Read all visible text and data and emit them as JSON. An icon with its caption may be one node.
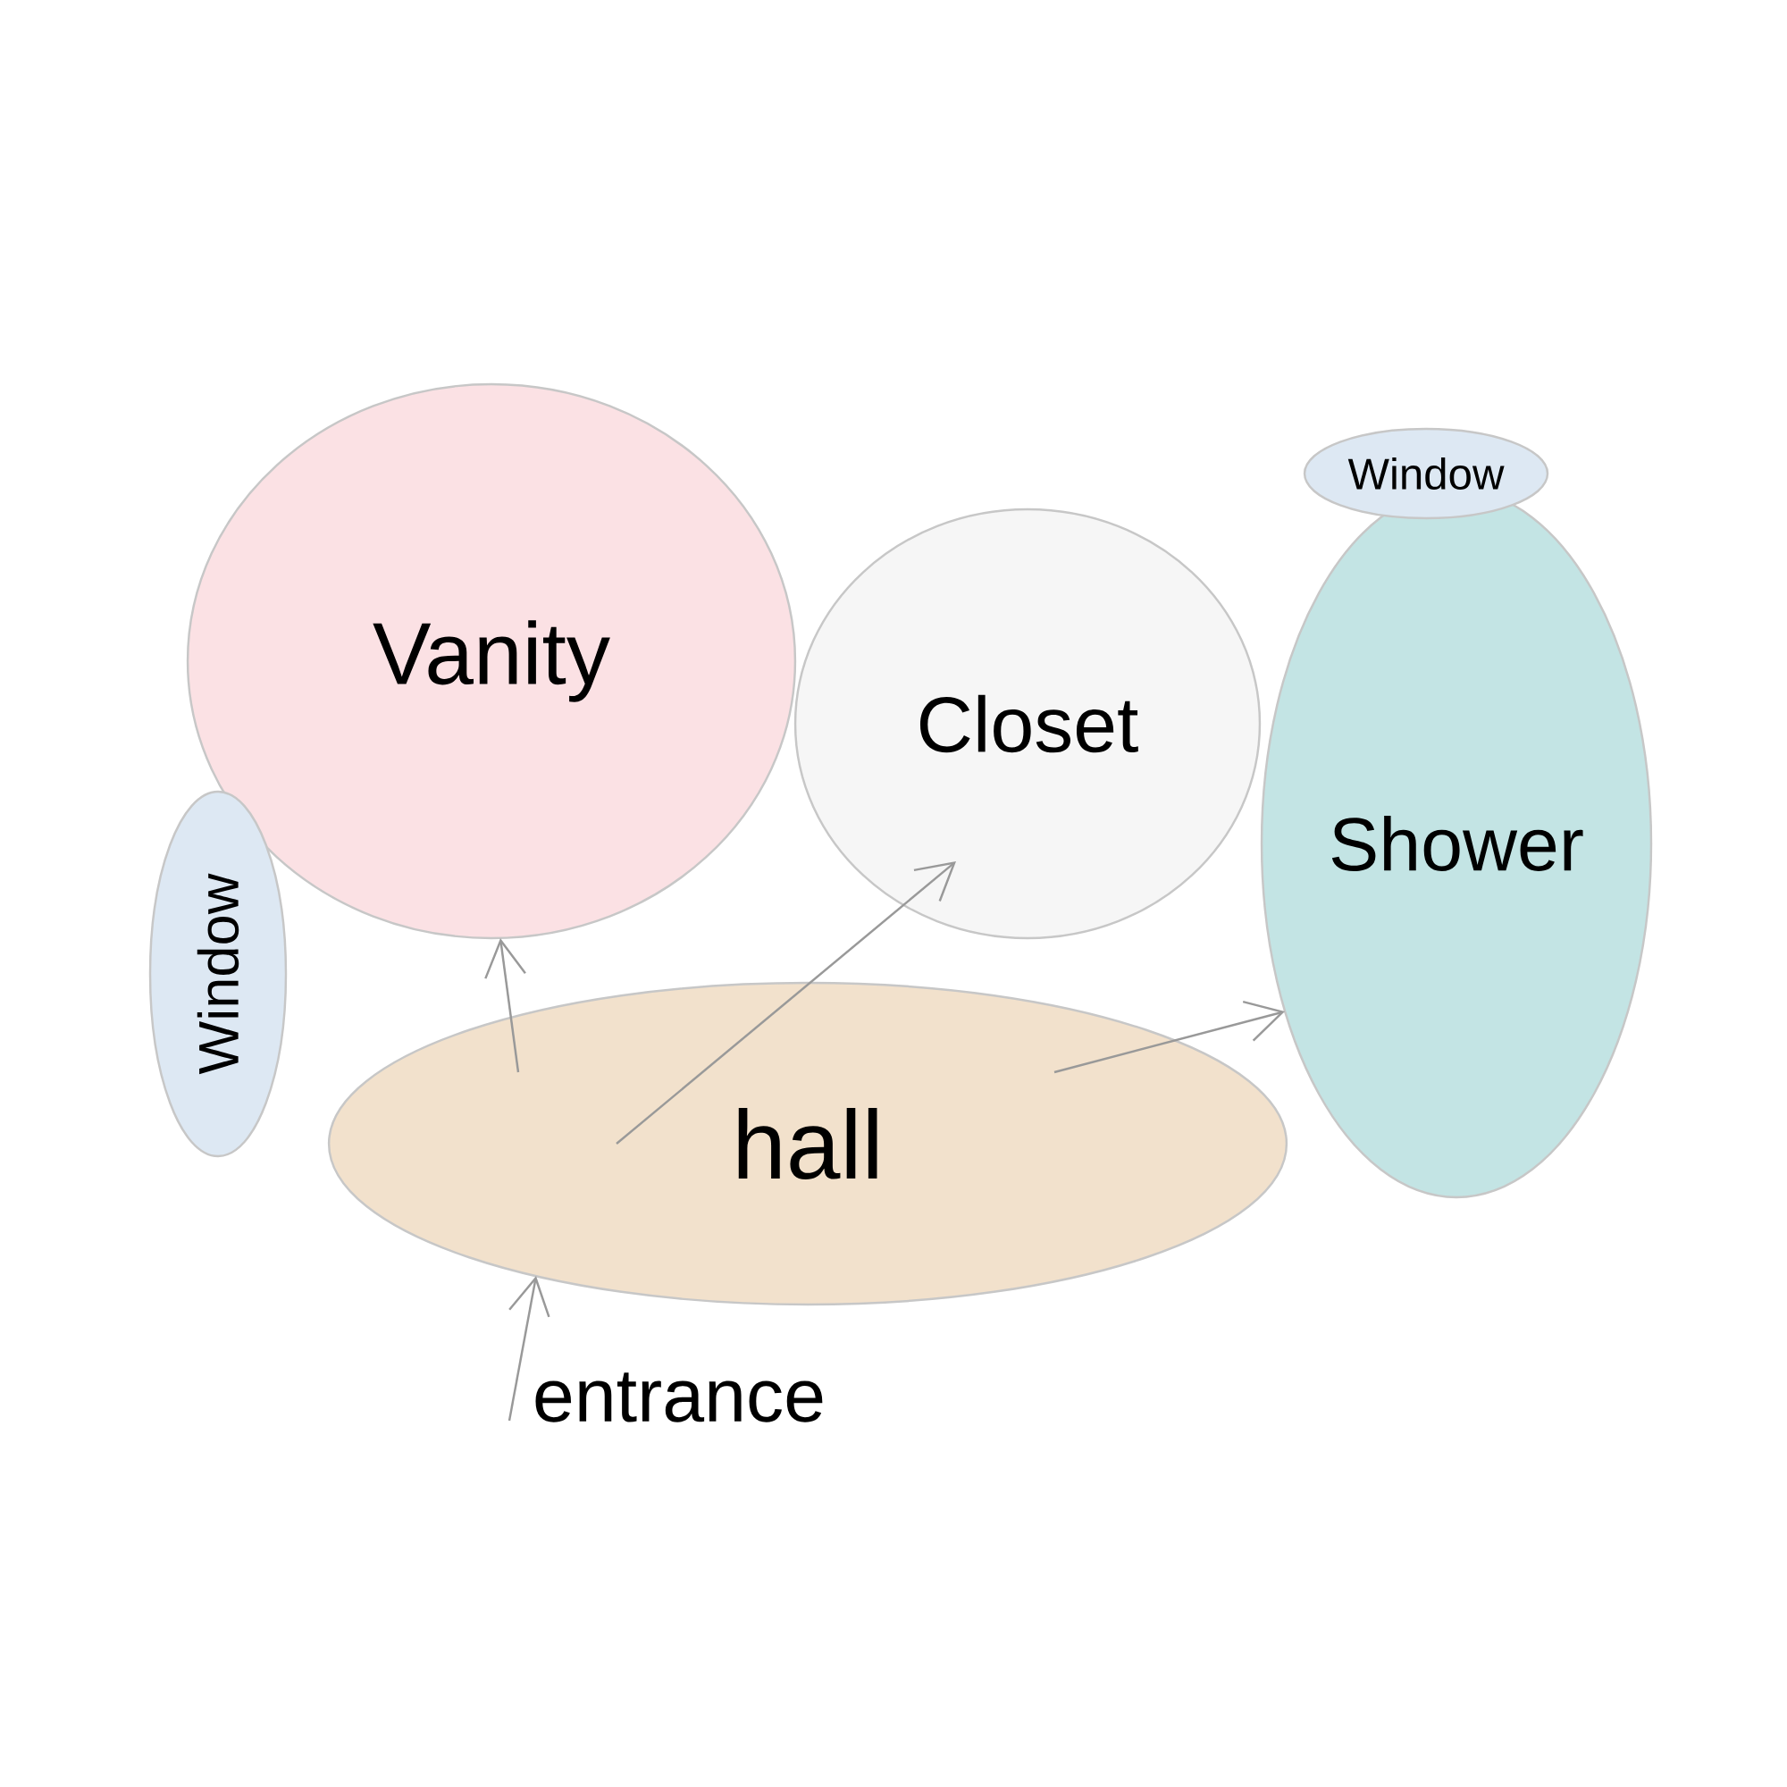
{
  "diagram": {
    "nodes": [
      {
        "text": [
          "Vanity"
        ]
      },
      {
        "text": [
          "Closet"
        ]
      },
      {
        "text": [
          "Shower"
        ]
      },
      {
        "text": [
          "Window"
        ]
      },
      {
        "text": [
          "Window"
        ]
      },
      {
        "text": [
          "hall"
        ]
      },
      {
        "text": [
          "entrance"
        ]
      }
    ],
    "edges": [
      {
        "from": 6,
        "to": 5,
        "arrow": "to"
      },
      {
        "from": 5,
        "to": 0,
        "arrow": "to"
      },
      {
        "from": 5,
        "to": 1,
        "arrow": "to"
      },
      {
        "from": 5,
        "to": 2,
        "arrow": "to"
      }
    ]
  }
}
